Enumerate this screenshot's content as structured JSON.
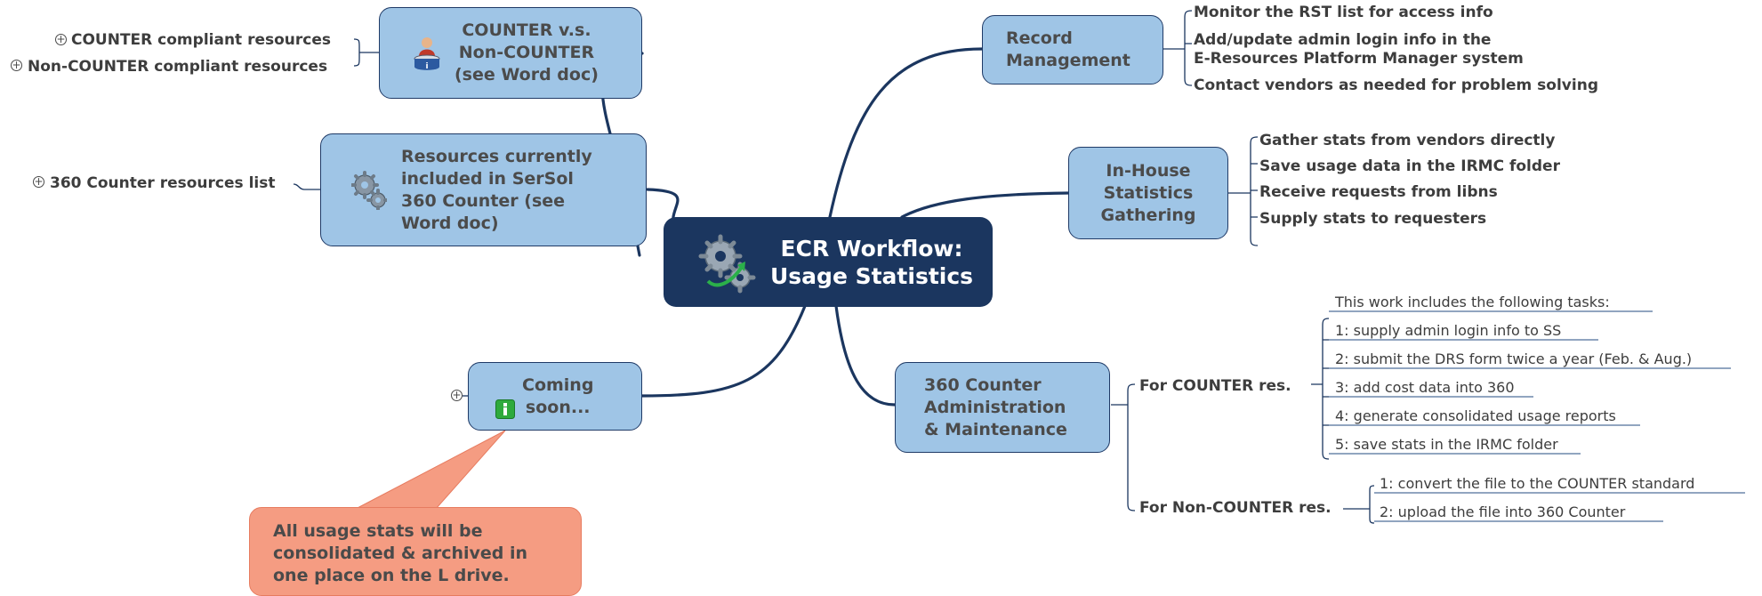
{
  "colors": {
    "topic_fill": "#9fc5e6",
    "topic_border": "#1f3a66",
    "central_fill": "#1b365f",
    "line": "#1b365f",
    "callout_fill": "#f59c82",
    "underline": "#4f6f9a"
  },
  "central": {
    "title": "ECR Workflow:\nUsage Statistics",
    "icon": "gears-arrow-icon"
  },
  "topics": {
    "counter_vs": {
      "label": "COUNTER v.s.\nNon-COUNTER\n(see Word doc)",
      "icon": "person-info-icon",
      "children": [
        "COUNTER compliant resources",
        "Non-COUNTER compliant resources"
      ]
    },
    "resources": {
      "label": "Resources currently\nincluded in SerSol\n360 Counter (see\nWord doc)",
      "icon": "gears-icon",
      "children": [
        "360 Counter resources list"
      ]
    },
    "coming": {
      "label": "Coming\nsoon...",
      "icon": "info-icon",
      "callout": "All usage stats will be\nconsolidated & archived in\none place on the L drive."
    },
    "record": {
      "label": "Record\nManagement",
      "children": [
        "Monitor the RST list for access info",
        "Add/update admin login info in the\nE-Resources Platform Manager system",
        "Contact vendors as needed for problem solving"
      ]
    },
    "inhouse": {
      "label": "In-House\nStatistics\nGathering",
      "children": [
        "Gather stats from vendors directly",
        "Save usage data in the IRMC folder",
        "Receive requests from libns",
        "Supply stats to requesters"
      ]
    },
    "admin": {
      "label": "360 Counter\nAdministration\n& Maintenance",
      "counter": {
        "label": "For COUNTER res.",
        "intro": "This work includes the following tasks:",
        "tasks": [
          "1: supply admin login info to SS",
          "2: submit the DRS form twice a year (Feb. & Aug.)",
          "3: add cost data into 360",
          "4: generate consolidated usage reports",
          "5: save stats in the IRMC folder"
        ]
      },
      "noncounter": {
        "label": "For Non-COUNTER res.",
        "tasks": [
          "1: convert the file to the COUNTER standard",
          "2: upload the file into 360 Counter"
        ]
      }
    }
  }
}
